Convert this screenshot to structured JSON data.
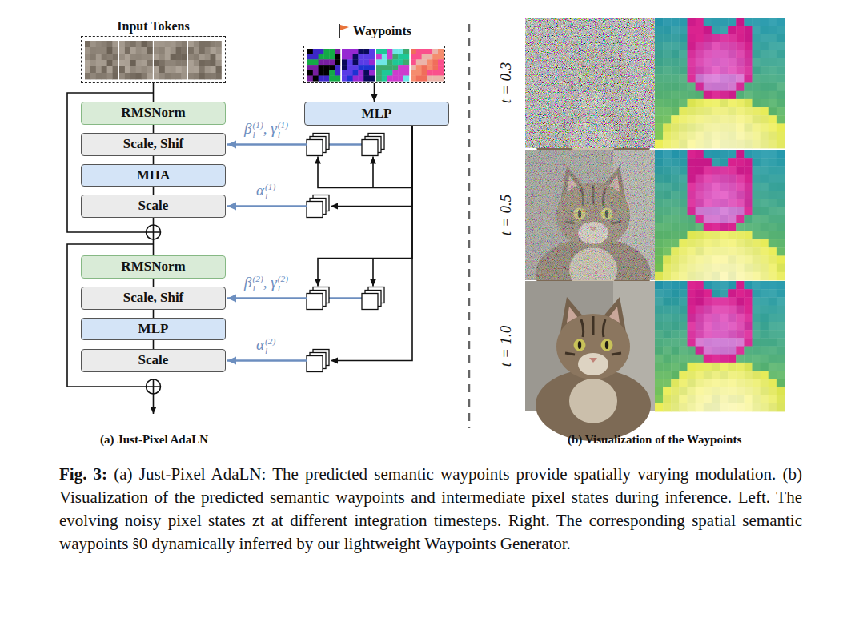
{
  "diagram": {
    "caption": "Fig. 3: (a) Just-Pixel AdaLN: The predicted semantic waypoints provide spatially varying modulation. (b) Visualization of the predicted semantic waypoints and intermediate pixel states during inference. Left. The evolving noisy pixel states zt at different integration timesteps. Right. The corresponding spatial semantic waypoints ŝ0 dynamically inferred by our lightweight Waypoints Generator.",
    "nodes": [
      {
        "text": [
          "Input Tokens"
        ]
      },
      {
        "text": [
          "Waypoints"
        ]
      },
      {
        "text": [
          "RMSNorm"
        ]
      },
      {
        "text": [
          "Scale, Shif"
        ]
      },
      {
        "text": [
          "MHA"
        ]
      },
      {
        "text": [
          "Scale"
        ]
      },
      {
        "text": [
          "RMSNorm"
        ]
      },
      {
        "text": [
          "Scale, Shif"
        ]
      },
      {
        "text": [
          "MLP"
        ]
      },
      {
        "text": [
          "Scale"
        ]
      },
      {
        "text": [
          "MLP"
        ]
      }
    ],
    "edges": [
      {
        "from": 0,
        "to": 2,
        "arrow": "none"
      },
      {
        "from": 2,
        "to": 3,
        "arrow": "none"
      },
      {
        "from": 3,
        "to": 4,
        "arrow": "none"
      },
      {
        "from": 4,
        "to": 5,
        "arrow": "none"
      },
      {
        "from": 5,
        "to": 6,
        "arrow": "none"
      },
      {
        "from": 6,
        "to": 7,
        "arrow": "none"
      },
      {
        "from": 7,
        "to": 8,
        "arrow": "none"
      },
      {
        "from": 8,
        "to": 9,
        "arrow": "none"
      },
      {
        "from": 1,
        "to": 10,
        "arrow": "to"
      },
      {
        "from": 10,
        "to": 3,
        "label": "βl(1), γl(1)",
        "arrow": "to"
      },
      {
        "from": 10,
        "to": 5,
        "label": "αl(1)",
        "arrow": "to"
      },
      {
        "from": 10,
        "to": 7,
        "label": "βl(2), γl(2)",
        "arrow": "to"
      },
      {
        "from": 10,
        "to": 9,
        "label": "αl(2)",
        "arrow": "to"
      }
    ],
    "labels": [
      "(a) Just-Pixel AdaLN",
      "(b) Visualization of the Waypoints",
      "t = 0.3",
      "t = 0.5",
      "t = 1.0"
    ]
  }
}
